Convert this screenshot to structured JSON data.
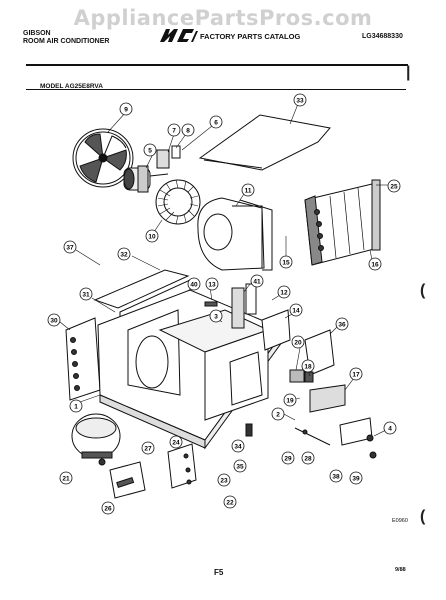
{
  "watermark": "AppliancePartsPros.com",
  "header": {
    "brand": "GIBSON",
    "product": "ROOM AIR CONDITIONER",
    "logo": "WCI",
    "catalog_title": "FACTORY PARTS CATALOG",
    "catalog_number": "LG34688330",
    "model_label": "MODEL AG25E8RVA"
  },
  "callouts": [
    "9",
    "33",
    "8",
    "7",
    "6",
    "5",
    "11",
    "25",
    "10",
    "15",
    "16",
    "37",
    "32",
    "40",
    "13",
    "41",
    "12",
    "31",
    "3",
    "14",
    "36",
    "30",
    "20",
    "18",
    "17",
    "1",
    "19",
    "2",
    "4",
    "24",
    "27",
    "34",
    "28",
    "29",
    "21",
    "23",
    "35",
    "38",
    "22",
    "26",
    "39"
  ],
  "footer": {
    "drawing_code": "E0960",
    "page": "F5",
    "date": "9/88"
  }
}
